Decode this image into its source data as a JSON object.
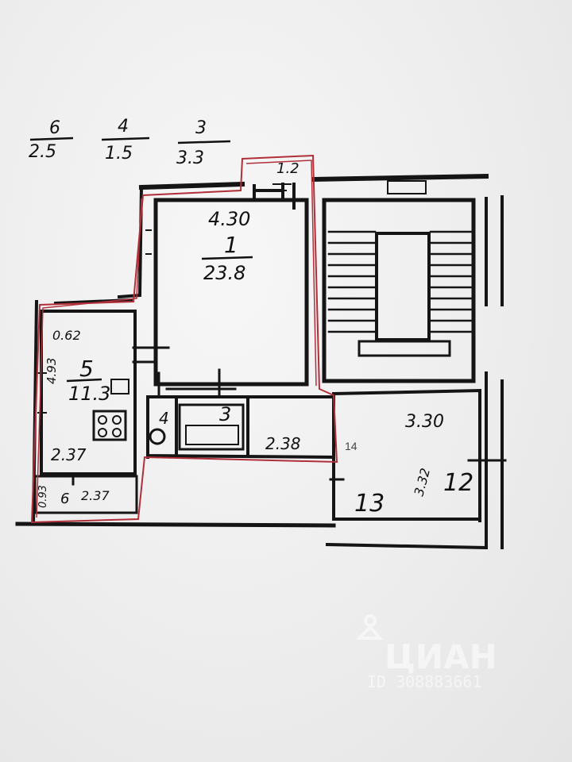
{
  "legend": [
    {
      "room": "6",
      "area": "2.5"
    },
    {
      "room": "4",
      "area": "1.5"
    },
    {
      "room": "3",
      "area": "3.3"
    }
  ],
  "rooms": {
    "room1": {
      "number": "1",
      "area": "23.8",
      "length": "4.30"
    },
    "hall": {
      "area": "1.2"
    },
    "kitchen": {
      "number": "5",
      "area": "11.3",
      "dim_top": "0.62",
      "dim_side": "4.93",
      "dim_bottom": "2.37"
    },
    "balcony": {
      "number": "6",
      "dim_width": "2.37",
      "dim_side": "0.93"
    },
    "bath4": {
      "number": "4"
    },
    "bath3": {
      "number": "3"
    },
    "corridor": {
      "length": "2.38"
    },
    "neighbor": {
      "number13": "13",
      "number12": "12",
      "length": "3.30",
      "dim_side": "3.32"
    },
    "label14": "14"
  },
  "watermark": {
    "brand": "ЦИАН",
    "id": "ID 308883661"
  },
  "colors": {
    "boundary": "#b0303a",
    "wall": "#151515"
  }
}
